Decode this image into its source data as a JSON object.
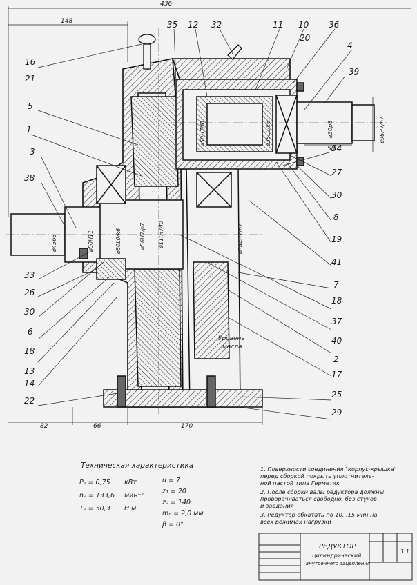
{
  "drawing": {
    "dimensions_top": {
      "overall": "436",
      "left": "148"
    },
    "dimensions_bottom": {
      "d82": "82",
      "d66": "66",
      "d170": "170",
      "d58": "58"
    },
    "fits": {
      "f45": "ø45p6",
      "f50a": "ø50H11",
      "f50b": "ø50L0/k6",
      "f56": "ø56H7/p7",
      "f11": "ø11(H7/f0",
      "f344": "ø344H7/h7",
      "f50c": "ø50H7/f0",
      "f35": "ø35L0/k6",
      "f30": "ø30p6",
      "f96": "ø96H7/h7"
    },
    "oil_level": {
      "line1": "Уровень",
      "line2": "масла"
    },
    "callouts_left": [
      "16",
      "21",
      "5",
      "1",
      "3",
      "38",
      "33",
      "26",
      "30",
      "6",
      "18",
      "13",
      "14",
      "22"
    ],
    "callouts_top": [
      "35",
      "12",
      "32",
      "11",
      "10",
      "20",
      "36",
      "4",
      "39"
    ],
    "callouts_right": [
      "34",
      "27",
      "30",
      "8",
      "19",
      "41",
      "7",
      "18",
      "37",
      "40",
      "2",
      "17",
      "25",
      "29"
    ]
  },
  "spec": {
    "title": "Техническая характеристика",
    "rows": [
      {
        "k": "P₁ = 0,75",
        "u": "кВт",
        "v": "u = 7"
      },
      {
        "k": "n₂ = 133,6",
        "u": "мин⁻¹",
        "v": "z₁ = 20"
      },
      {
        "k": "T₂ = 50,3",
        "u": "Н·м",
        "v": "z₂ = 140"
      },
      {
        "k": "",
        "u": "",
        "v": "mₙ = 2,0 мм"
      },
      {
        "k": "",
        "u": "",
        "v": "β = 0°"
      }
    ]
  },
  "notes": [
    "1. Поверхности соединения \"корпус-крышка\"",
    "    перед сборкой покрыть уплотнитель-",
    "    ной пастой типа Герметик",
    "2. После сборки валы редуктора должны",
    "    проворачиваться свободно, без стуков",
    "    и заедания",
    "3. Редуктор обкатать по 10...15 мин на",
    "    всех режимах нагрузки"
  ],
  "title_block": {
    "name1": "РЕДУКТОР",
    "name2": "цилиндрический",
    "name3": "внутреннего зацепления",
    "scale": "1:1"
  }
}
